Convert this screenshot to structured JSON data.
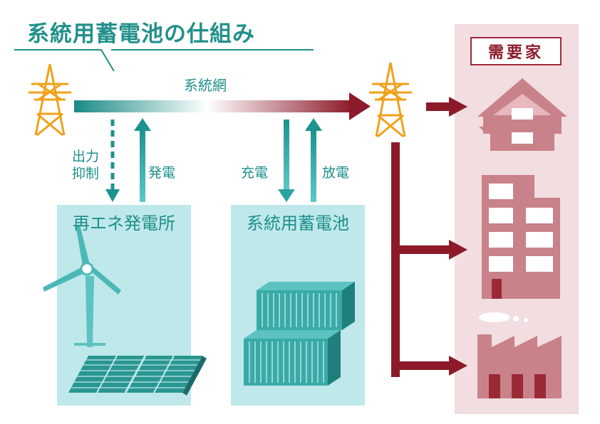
{
  "title": "系統用蓄電池の仕組み",
  "grid_label": "系統網",
  "flows": {
    "curtailment": "出力抑制",
    "generation": "発電",
    "charge": "充電",
    "discharge": "放電"
  },
  "boxes": {
    "renewable": "再エネ発電所",
    "battery": "系統用蓄電池"
  },
  "consumers_label": "需要家",
  "colors": {
    "teal": "#22908a",
    "teal_light": "#bfe8ea",
    "maroon": "#8c1a2a",
    "pink_bg": "#f2dde0",
    "building": "#c98289",
    "tower": "#f0a11a"
  },
  "icons": [
    "transmission-tower-icon",
    "house-icon",
    "office-building-icon",
    "factory-icon",
    "wind-turbine-icon",
    "solar-panel-icon",
    "battery-container-icon"
  ]
}
